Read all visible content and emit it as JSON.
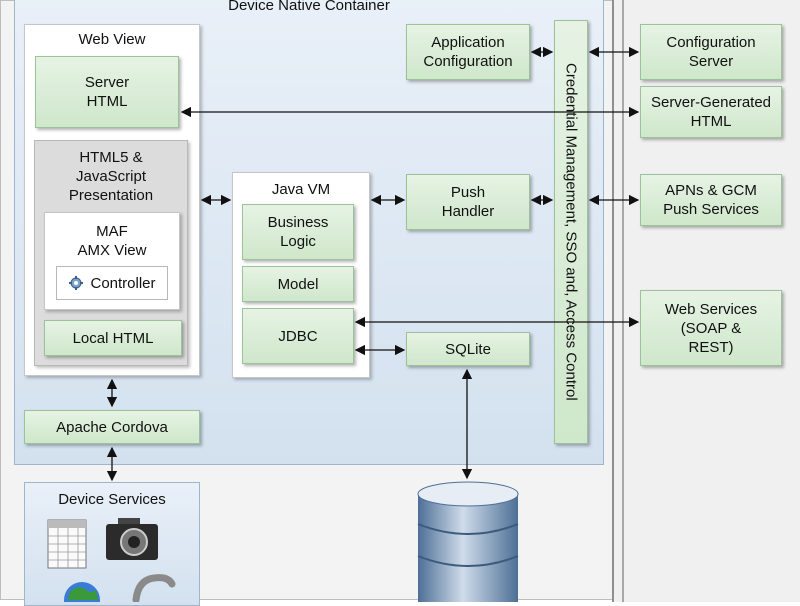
{
  "container": {
    "title": "Device Native Container"
  },
  "webview": {
    "title": "Web View",
    "server_html": "Server\nHTML",
    "html5": "HTML5 &\nJavaScript\nPresentation",
    "maf": "MAF\nAMX View",
    "controller": "Controller",
    "local_html": "Local HTML"
  },
  "java_vm": {
    "title": "Java VM",
    "business_logic": "Business\nLogic",
    "model": "Model",
    "jdbc": "JDBC"
  },
  "app_config": "Application\nConfiguration",
  "push_handler": "Push\nHandler",
  "sqlite": "SQLite",
  "credential_bar": "Credential Management, SSO and, Access Control",
  "apache_cordova": "Apache Cordova",
  "device_services": "Device Services",
  "right": {
    "config_server": "Configuration\nServer",
    "server_generated": "Server-Generated\nHTML",
    "apns": "APNs & GCM\nPush Services",
    "web_services": "Web Services\n(SOAP &\nREST)"
  },
  "icons": [
    "calendar-icon",
    "camera-icon",
    "globe-icon",
    "phone-icon",
    "database-icon",
    "gear-icon"
  ]
}
